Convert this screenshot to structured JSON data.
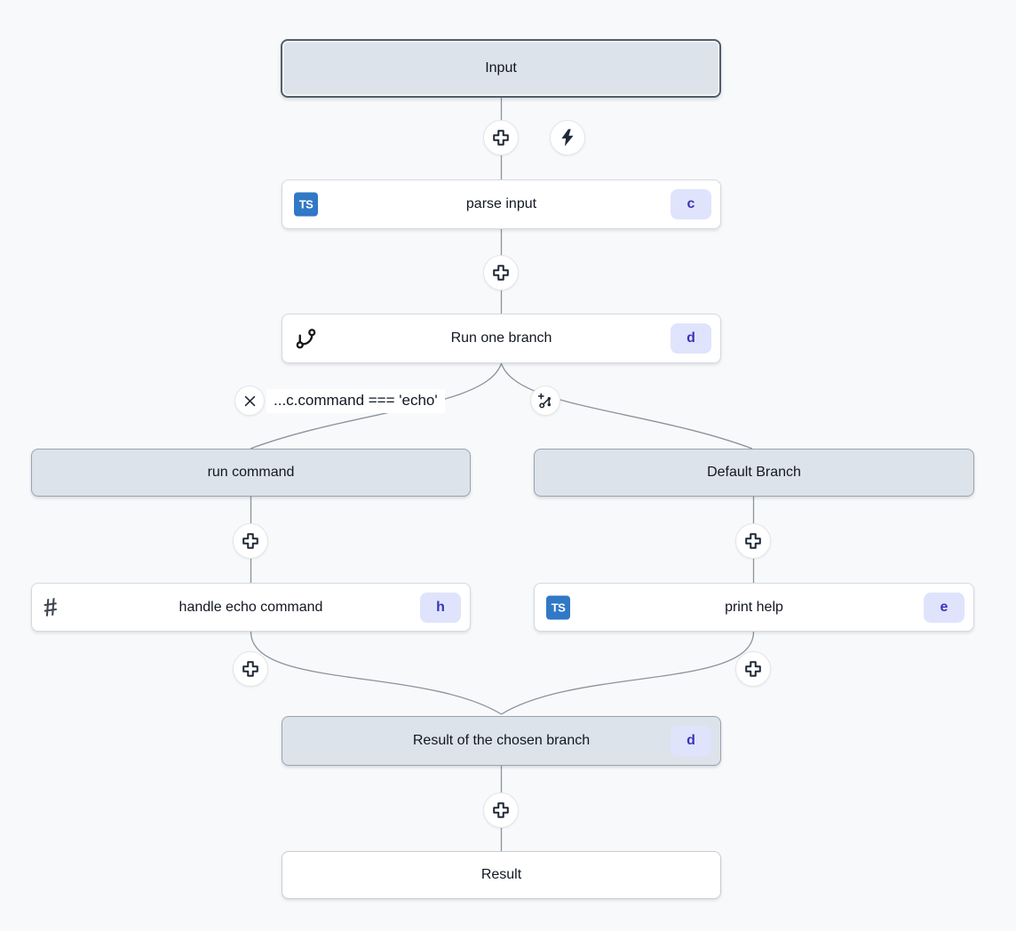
{
  "nodes": {
    "input": {
      "label": "Input"
    },
    "parse_input": {
      "label": "parse input",
      "badge": "c",
      "icon": "typescript-icon",
      "icon_text": "TS"
    },
    "run_one_branch": {
      "label": "Run one branch",
      "badge": "d",
      "icon": "git-branch-icon"
    },
    "branch_left_condition": {
      "label": "...c.command === 'echo'"
    },
    "run_command_header": {
      "label": "run command"
    },
    "handle_echo_command": {
      "label": "handle echo command",
      "badge": "h",
      "icon": "hash-icon",
      "icon_text": "#"
    },
    "default_branch_header": {
      "label": "Default Branch"
    },
    "print_help": {
      "label": "print help",
      "badge": "e",
      "icon": "typescript-icon",
      "icon_text": "TS"
    },
    "result_of_chosen_branch": {
      "label": "Result of the chosen branch",
      "badge": "d"
    },
    "result": {
      "label": "Result"
    }
  },
  "colors": {
    "canvas_bg": "#f8f9fb",
    "header_node_bg": "#dce3ea",
    "white_node_bg": "#ffffff",
    "input_border": "#515d6b",
    "badge_bg": "#dfe4fc",
    "badge_text": "#3b34b8",
    "typescript_blue": "#3178c6",
    "edge": "#8b939c"
  }
}
